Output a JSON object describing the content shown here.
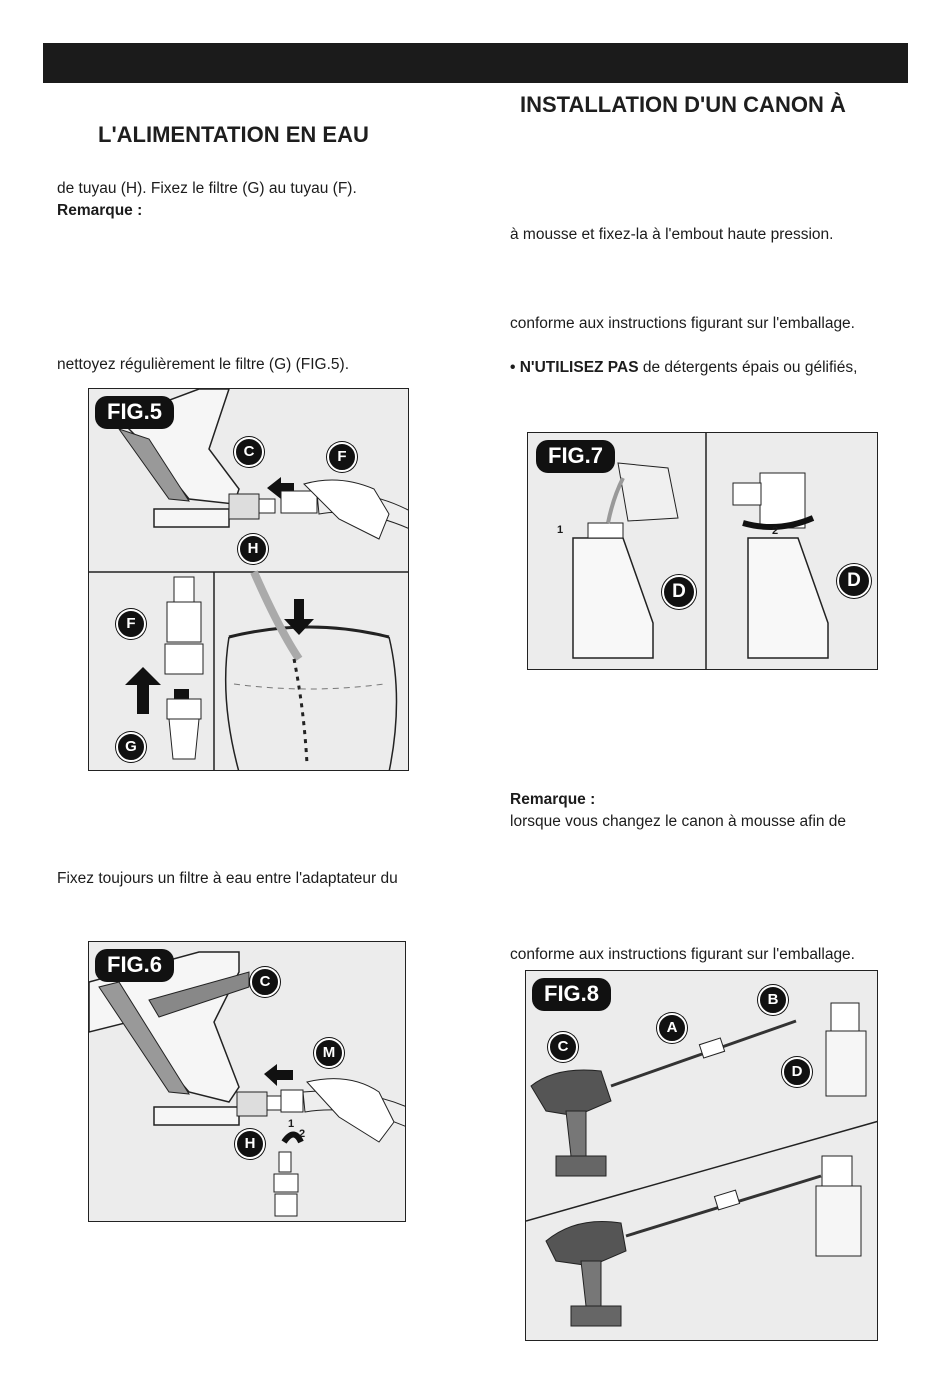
{
  "header": {
    "bar_color": "#1b1b1b"
  },
  "left": {
    "heading": "L'ALIMENTATION EN EAU",
    "p1": "de tuyau (H). Fixez le filtre (G) au tuyau (F).",
    "note_label": "Remarque :",
    "p2": "nettoyez régulièrement le filtre (G) (FIG.5).",
    "p3": "Fixez toujours un filtre à eau entre l'adaptateur du"
  },
  "right": {
    "heading": "INSTALLATION D'UN CANON À",
    "p1": "à mousse et fixez-la à l'embout haute pression.",
    "p2": "conforme aux instructions figurant sur l'emballage.",
    "warn_bold": "• N'UTILISEZ PAS",
    "warn_rest": " de détergents épais ou gélifiés,",
    "note_label": "Remarque :",
    "p3": "lorsque vous changez le canon à mousse afin de",
    "p4": "conforme aux instructions figurant sur l'emballage."
  },
  "figures": {
    "fig5": {
      "label": "FIG.5",
      "callouts": [
        "C",
        "F",
        "H",
        "F",
        "G"
      ]
    },
    "fig6": {
      "label": "FIG.6",
      "callouts": [
        "C",
        "M",
        "H"
      ],
      "steps": [
        "1",
        "2"
      ]
    },
    "fig7": {
      "label": "FIG.7",
      "callouts": [
        "D",
        "D"
      ],
      "steps": [
        "1",
        "2"
      ]
    },
    "fig8": {
      "label": "FIG.8",
      "callouts": [
        "B",
        "A",
        "C",
        "D"
      ]
    }
  }
}
